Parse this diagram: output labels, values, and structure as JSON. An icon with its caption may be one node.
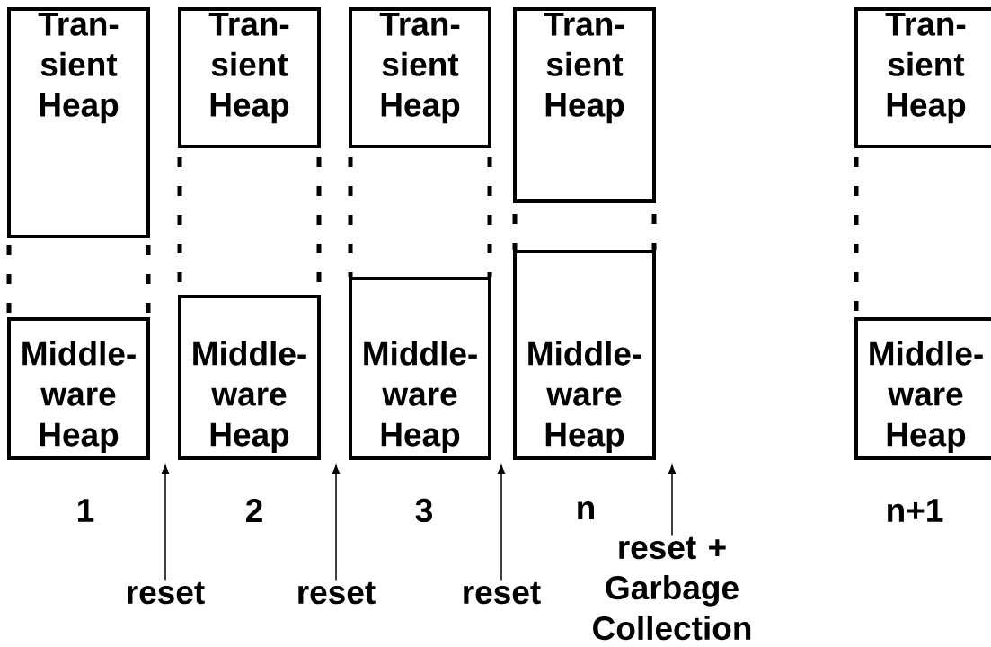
{
  "diagram": {
    "nodes": [
      {
        "text": [
          "Tran- sient Heap"
        ]
      },
      {
        "text": [
          "Tran- sient Heap"
        ]
      },
      {
        "text": [
          "Tran- sient Heap"
        ]
      },
      {
        "text": [
          "Tran- sient Heap"
        ]
      },
      {
        "text": [
          "Tran- sient Heap"
        ]
      },
      {
        "text": [
          "Middle- ware Heap"
        ]
      },
      {
        "text": [
          "Middle- ware Heap"
        ]
      },
      {
        "text": [
          "Middle- ware Heap"
        ]
      },
      {
        "text": [
          "Middle- ware Heap"
        ]
      },
      {
        "text": [
          "Middle- ware Heap"
        ]
      },
      {
        "text": [
          "reset"
        ]
      },
      {
        "text": [
          "reset"
        ]
      },
      {
        "text": [
          "reset"
        ]
      },
      {
        "text": [
          "reset + Garbage Collection"
        ]
      }
    ],
    "edges": [
      {
        "from": 10,
        "to": null,
        "arrow": "to"
      },
      {
        "from": 11,
        "to": null,
        "arrow": "to"
      },
      {
        "from": 12,
        "to": null,
        "arrow": "to"
      },
      {
        "from": 13,
        "to": null,
        "arrow": "to"
      }
    ],
    "labels": [
      "1",
      "2",
      "3",
      "n",
      "n+1"
    ]
  }
}
